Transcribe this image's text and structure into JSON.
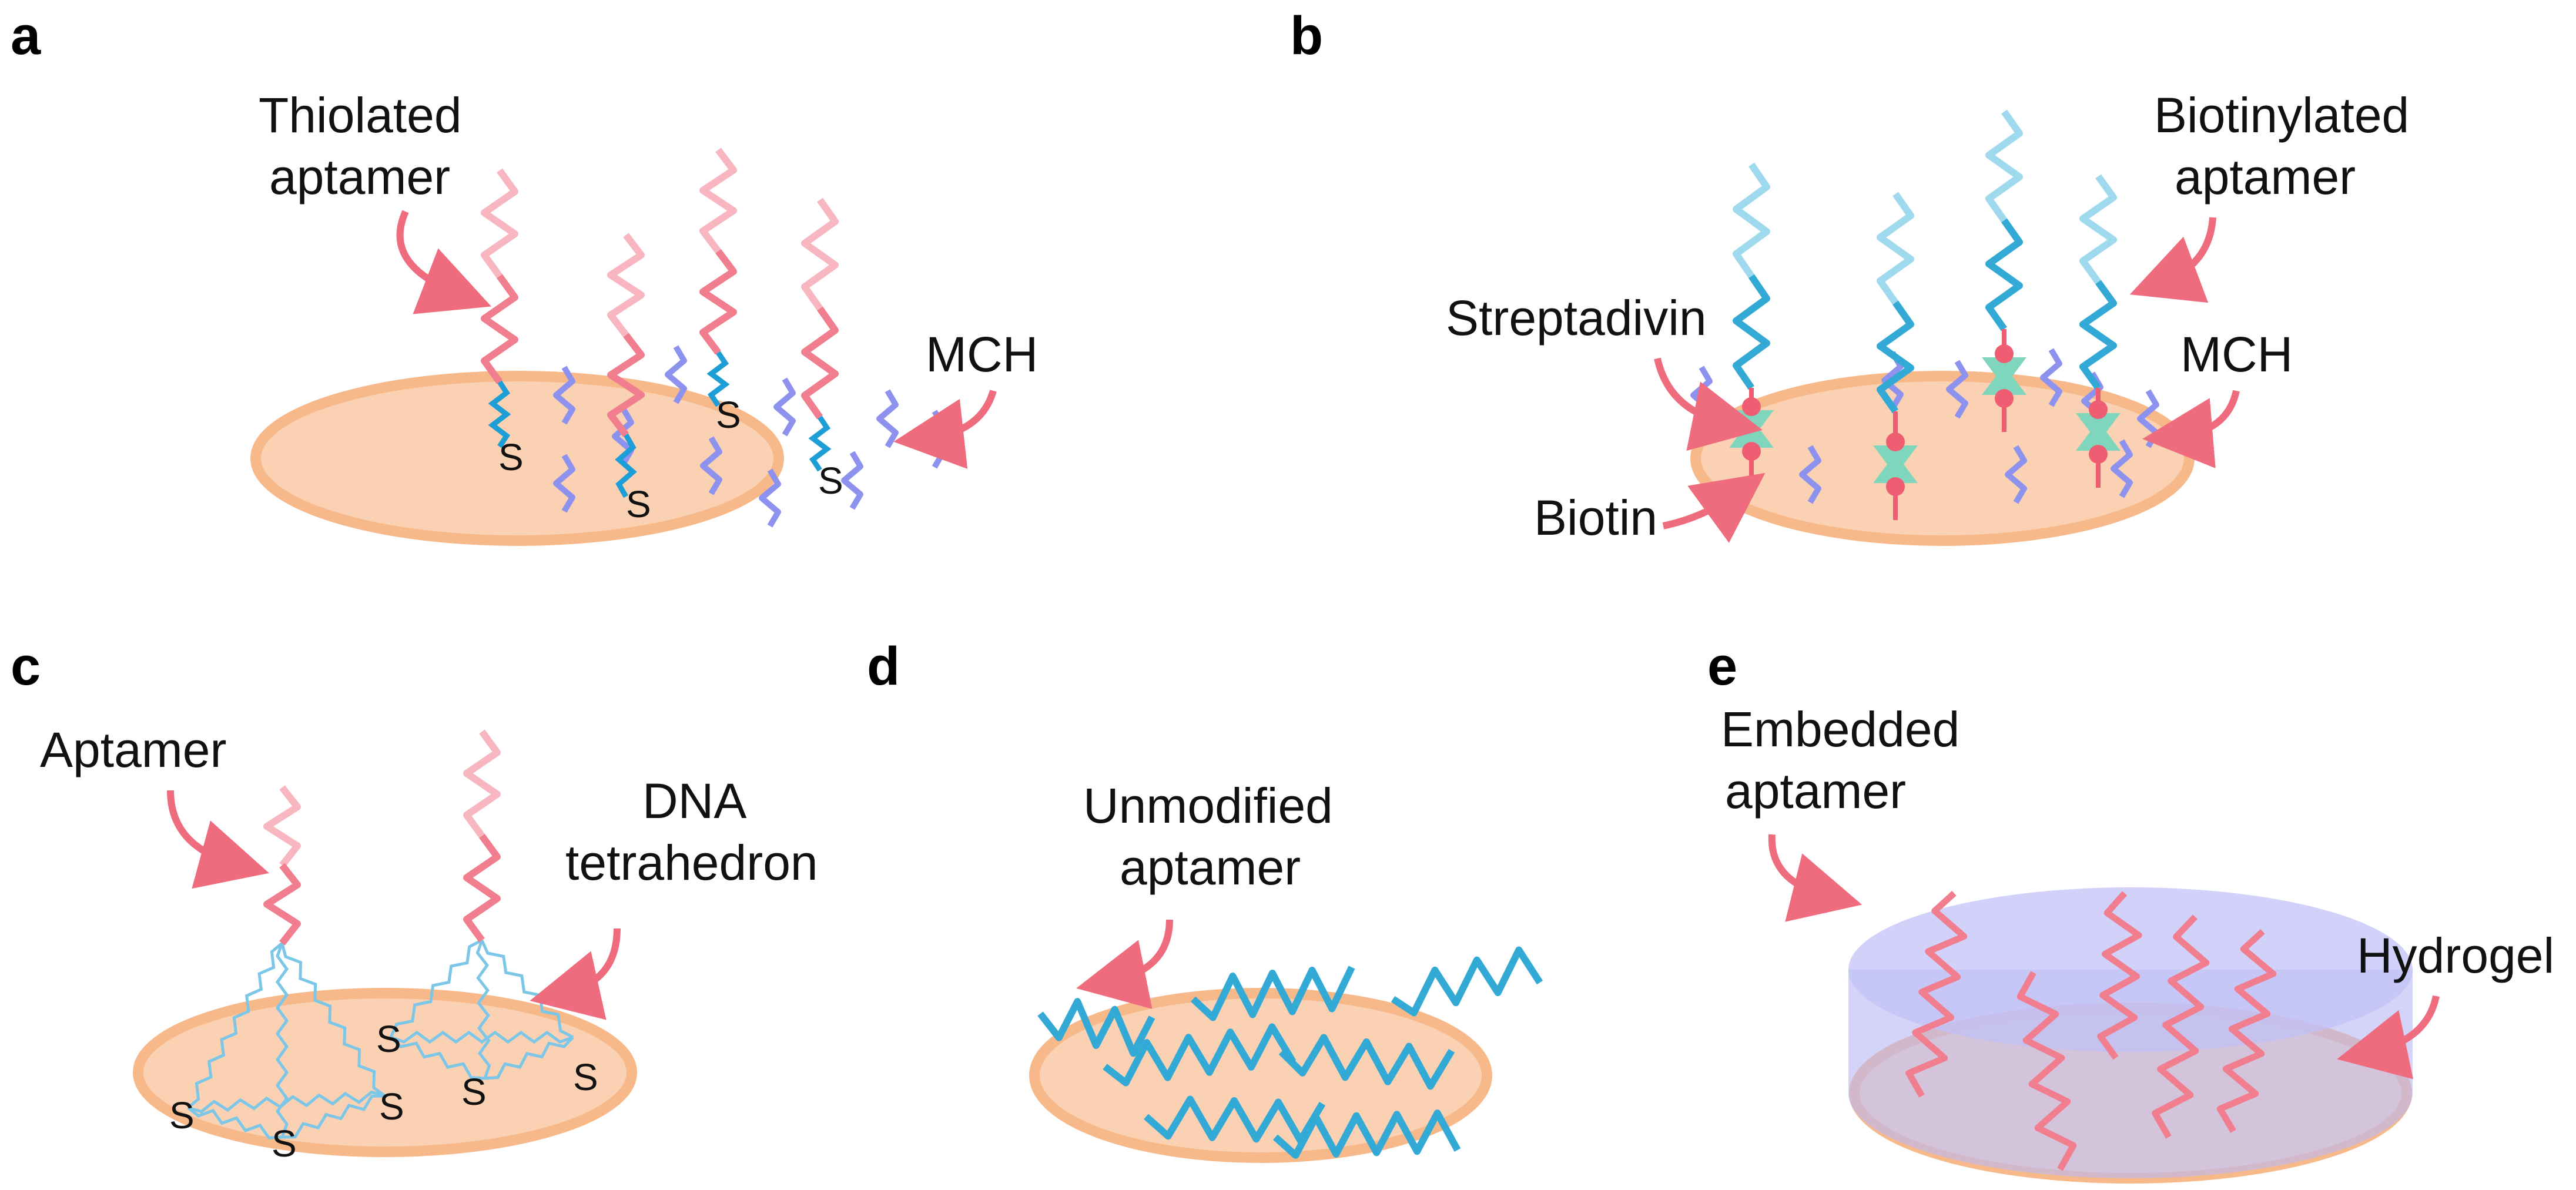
{
  "colors": {
    "surface_fill": "#fbd1b3",
    "surface_rim": "#f7b98a",
    "aptamer_pink": "#f07e8e",
    "aptamer_pink_light": "#f8b6c0",
    "aptamer_blue": "#33a9d6",
    "aptamer_blue_light": "#9fd9ee",
    "mch_purple": "#8d92ef",
    "linker_blue": "#1e9ed6",
    "streptavidin_green": "#7fd6bd",
    "biotin_red": "#ee5d72",
    "tetrahedron_blue": "#7cc7e8",
    "hydrogel": "#b9b9f4",
    "arrow": "#ef6b7e"
  },
  "panels": {
    "a": {
      "letter": "a",
      "labels": {
        "thiolated": [
          "Thiolated",
          "aptamer"
        ],
        "mch": "MCH",
        "sulfur": "S"
      }
    },
    "b": {
      "letter": "b",
      "labels": {
        "biotinylated": [
          "Biotinylated",
          "aptamer"
        ],
        "streptavidin": "Streptadivin",
        "mch": "MCH",
        "biotin": "Biotin"
      }
    },
    "c": {
      "letter": "c",
      "labels": {
        "aptamer": "Aptamer",
        "tetrahedron": [
          "DNA",
          "tetrahedron"
        ],
        "sulfur": "S"
      }
    },
    "d": {
      "letter": "d",
      "labels": {
        "unmodified": [
          "Unmodified",
          "aptamer"
        ]
      }
    },
    "e": {
      "letter": "e",
      "labels": {
        "embedded": [
          "Embedded",
          "aptamer"
        ],
        "hydrogel": "Hydrogel"
      }
    }
  }
}
